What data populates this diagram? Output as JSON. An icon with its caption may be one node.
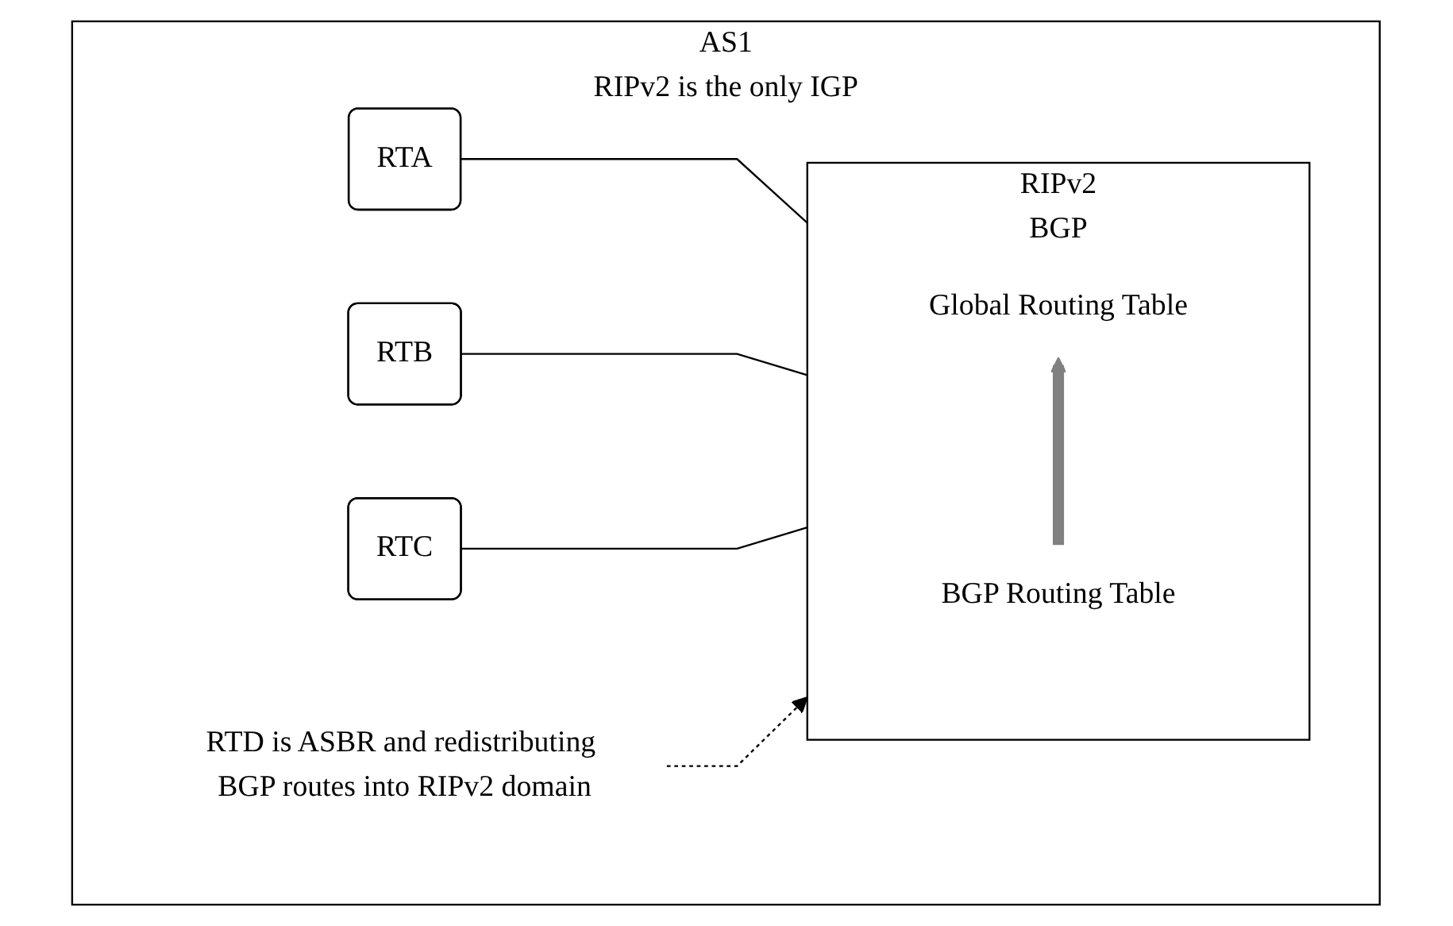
{
  "diagram": {
    "nodes": [
      {
        "text": [
          "AS1",
          "RIPv2 is the only IGP"
        ]
      },
      {
        "text": [
          "RTA"
        ],
        "in": 0
      },
      {
        "text": [
          "RTB"
        ],
        "in": 0
      },
      {
        "text": [
          "RTC"
        ],
        "in": 0
      },
      {
        "text": [
          "RIPv2",
          "BGP"
        ],
        "in": 0
      },
      {
        "text": [
          "Global Routing Table"
        ],
        "in": 4
      },
      {
        "text": [
          "BGP Routing Table"
        ],
        "in": 4
      },
      {
        "text": [
          "RTD is ASBR and redistributing BGP routes into RIPv2 domain"
        ],
        "in": 0
      }
    ],
    "edges": [
      {
        "from": 1,
        "to": 4,
        "arrow": "none"
      },
      {
        "from": 2,
        "to": 4,
        "arrow": "none"
      },
      {
        "from": 3,
        "to": 4,
        "arrow": "none"
      },
      {
        "from": 6,
        "to": 5,
        "arrow": "to",
        "style": "thick",
        "color": "#808080"
      },
      {
        "from": 7,
        "to": 4,
        "arrow": "to",
        "style": "dashed"
      }
    ]
  }
}
